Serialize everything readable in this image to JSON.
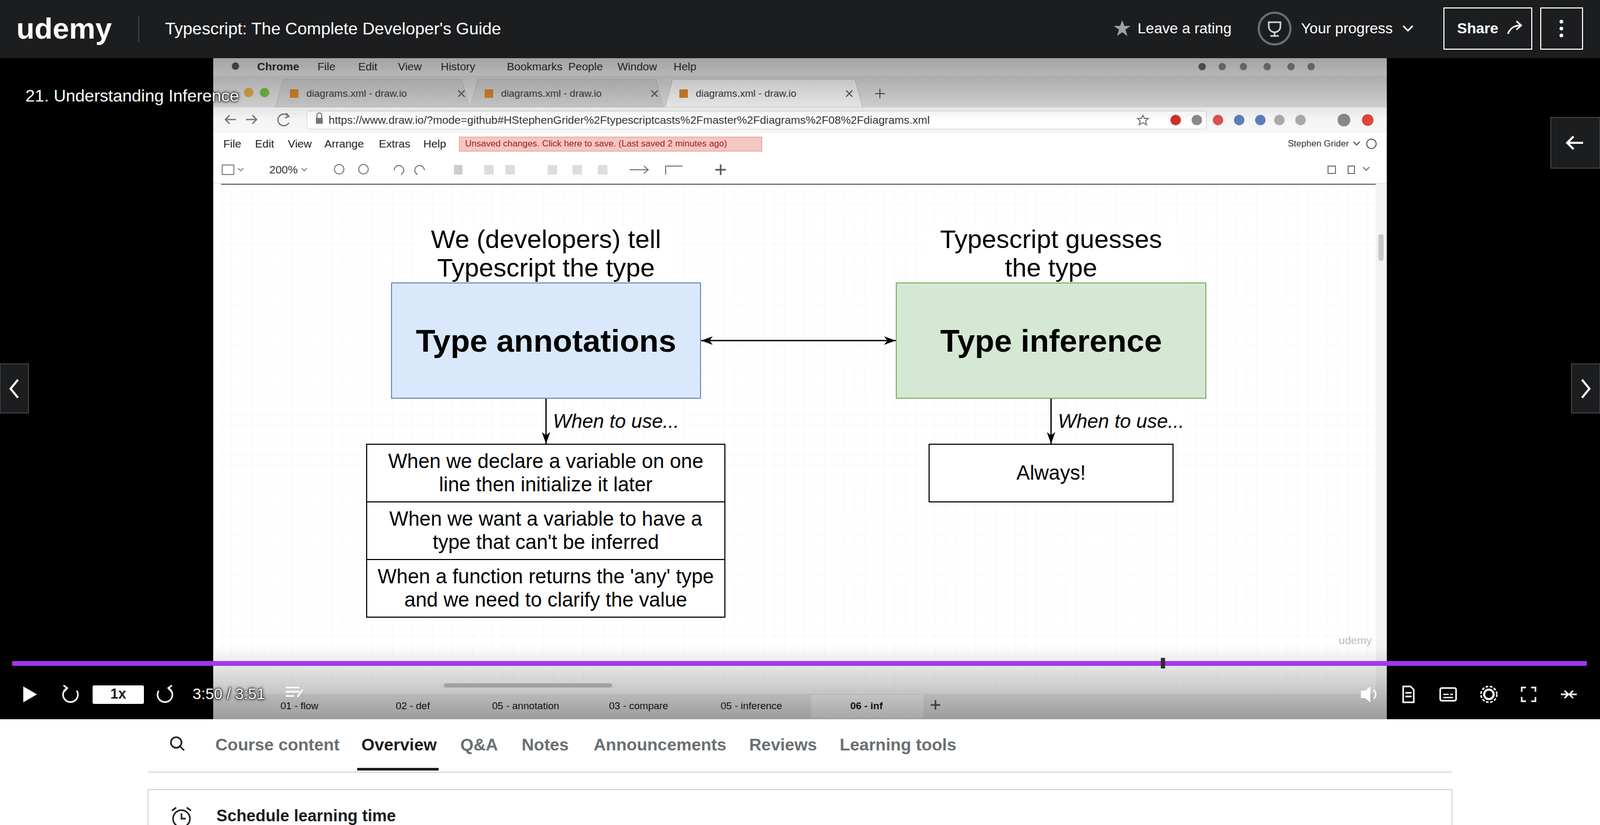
{
  "diagram": {
    "nodes": [
      {
        "text": [
          "We (developers) tell Typescript the type",
          "Type annotations"
        ]
      },
      {
        "text": [
          "Typescript guesses the type",
          "Type inference"
        ]
      },
      {
        "text": [
          "When we declare a variable on one line then initialize it later"
        ]
      },
      {
        "text": [
          "When we want a variable to have a type that can't be inferred"
        ]
      },
      {
        "text": [
          "When a function returns the 'any' type and we need to clarify the value"
        ]
      },
      {
        "text": [
          "Always!"
        ]
      }
    ],
    "edges": [
      {
        "from": 0,
        "to": 1,
        "arrow": "both"
      },
      {
        "from": 0,
        "to": 2,
        "label": "When to use...",
        "arrow": "to"
      },
      {
        "from": 1,
        "to": 5,
        "label": "When to use...",
        "arrow": "to"
      }
    ],
    "labels": [
      "udemy",
      "Typescript: The Complete Developer's Guide",
      "Leave a rating",
      "Your progress",
      "Share",
      "21. Understanding Inference",
      "Chrome",
      "File",
      "Edit",
      "View",
      "History",
      "Bookmarks",
      "People",
      "Window",
      "Help",
      "diagrams.xml - draw.io",
      "diagrams.xml - draw.io",
      "diagrams.xml - draw.io",
      "https://www.draw.io/?mode=github#HStephenGrider%2Ftypescriptcasts%2Fmaster%2Fdiagrams%2F08%2Fdiagrams.xml",
      "File",
      "Edit",
      "View",
      "Arrange",
      "Extras",
      "Help",
      "Unsaved changes. Click here to save. (Last saved 2 minutes ago)",
      "Stephen Grider",
      "200%",
      "udemy",
      "01 - flow",
      "02 - def",
      "05 - annotation",
      "03 - compare",
      "05 - inference",
      "06 - inf",
      "1x",
      "3:50 / 3:51",
      "Course content",
      "Overview",
      "Q&A",
      "Notes",
      "Announcements",
      "Reviews",
      "Learning tools",
      "Schedule learning time"
    ]
  }
}
